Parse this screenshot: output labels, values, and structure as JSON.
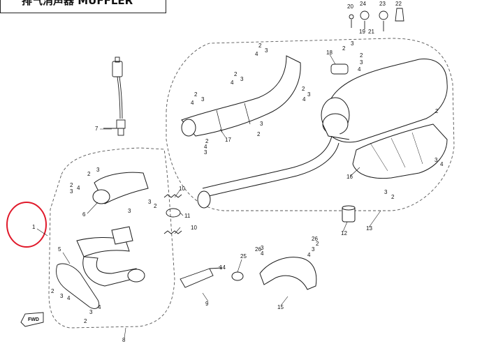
{
  "title": "排气消声器 MUFFLER",
  "callouts": [
    {
      "id": "c1",
      "label": "1"
    },
    {
      "id": "c5",
      "label": "5"
    },
    {
      "id": "c6",
      "label": "6"
    },
    {
      "id": "c7",
      "label": "7"
    },
    {
      "id": "c8",
      "label": "8"
    },
    {
      "id": "c9",
      "label": "9"
    },
    {
      "id": "c10a",
      "label": "10"
    },
    {
      "id": "c10b",
      "label": "10"
    },
    {
      "id": "c11",
      "label": "11"
    },
    {
      "id": "c12",
      "label": "12"
    },
    {
      "id": "c13",
      "label": "13"
    },
    {
      "id": "c14",
      "label": "14"
    },
    {
      "id": "c15",
      "label": "15"
    },
    {
      "id": "c16",
      "label": "16"
    },
    {
      "id": "c17",
      "label": "17"
    },
    {
      "id": "c18",
      "label": "18"
    },
    {
      "id": "c19",
      "label": "19"
    },
    {
      "id": "c20",
      "label": "20"
    },
    {
      "id": "c21",
      "label": "21"
    },
    {
      "id": "c22",
      "label": "22"
    },
    {
      "id": "c23",
      "label": "23"
    },
    {
      "id": "c24",
      "label": "24"
    },
    {
      "id": "c25",
      "label": "25"
    },
    {
      "id": "c26a",
      "label": "26"
    },
    {
      "id": "c26b",
      "label": "26"
    }
  ],
  "fastener_labels": {
    "two": "2",
    "three": "3",
    "four": "4"
  },
  "fwd_label": "FWD",
  "colors": {
    "line": "#1a1a1a",
    "dashed": "#555555",
    "highlight": "#e0192a"
  }
}
